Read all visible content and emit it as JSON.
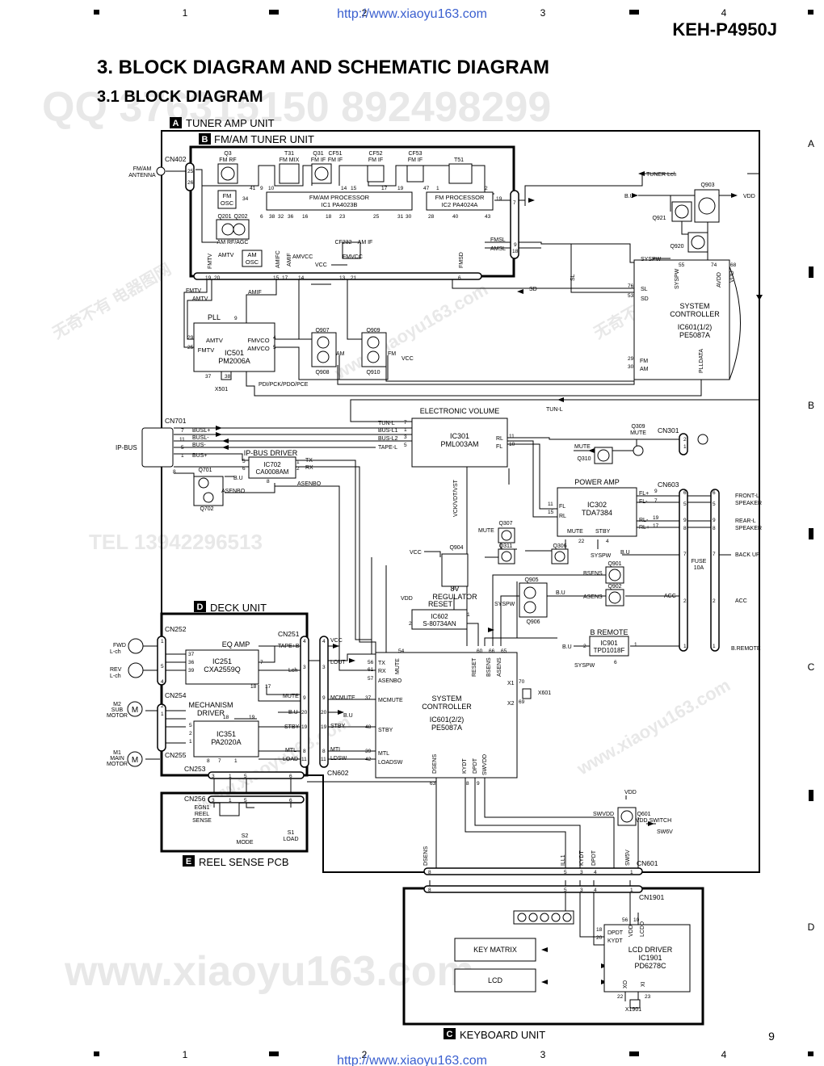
{
  "header": {
    "model": "KEH-P4950J",
    "url_top": "http://www.xiaoyu163.com",
    "url_bottom": "http://www.xiaoyu163.com",
    "grid_cols": [
      "1",
      "2",
      "3",
      "4"
    ],
    "grid_rows": [
      "A",
      "B",
      "C",
      "D"
    ],
    "page_number": "9"
  },
  "titles": {
    "main": "3. BLOCK DIAGRAM AND SCHEMATIC DIAGRAM",
    "sub": "3.1 BLOCK DIAGRAM"
  },
  "watermarks": {
    "qq": "QQ 376315150   892498299",
    "site": "www.xiaoyu163.com",
    "cn": "无奇不有  电器图网",
    "tel": "TEL 13942296513"
  },
  "units": {
    "tuner_amp": {
      "letter": "A",
      "label": "TUNER AMP UNIT"
    },
    "fm_am_tuner": {
      "letter": "B",
      "label": "FM/AM TUNER UNIT"
    },
    "deck": {
      "letter": "D",
      "label": "DECK UNIT"
    },
    "reel_sense": {
      "letter": "E",
      "label": "REEL SENSE PCB"
    },
    "keyboard": {
      "letter": "C",
      "label": "KEYBOARD UNIT"
    }
  },
  "blocks": {
    "fm_am_proc": {
      "l1": "FM/AM PROCESSOR",
      "l2": "IC1    PA4023B"
    },
    "fm_proc": {
      "l1": "FM PROCESSOR",
      "l2": "IC2    PA4024A"
    },
    "fm_osc": {
      "l1": "FM",
      "l2": "OSC"
    },
    "am_osc": {
      "l1": "AM",
      "l2": "OSC"
    },
    "pll": {
      "title": "PLL",
      "ic": "IC501",
      "part": "PM2006A",
      "pins": {
        "amtv": "AMTV",
        "fmtv": "FMTV",
        "fmvco": "FMVCO",
        "amvco": "AMVCO"
      }
    },
    "ecv": {
      "title": "ELECTRONIC VOLUME",
      "ic": "IC301",
      "part": "PML003AM"
    },
    "ipbus_drv": {
      "title": "IP-BUS DRIVER",
      "ic": "IC702",
      "part": "CA0008AM"
    },
    "power_amp": {
      "title": "POWER AMP",
      "ic": "IC302",
      "part": "TDA7384"
    },
    "sysctl1": {
      "l1": "SYSTEM",
      "l2": "CONTROLLER",
      "l3": "IC601(1/2)",
      "l4": "PE5087A"
    },
    "sysctl2": {
      "l1": "SYSTEM",
      "l2": "CONTROLLER",
      "l3": "IC601(2/2)",
      "l4": "PE5087A"
    },
    "reset": {
      "title": "RESET",
      "ic": "IC602",
      "part": "S-80734AN"
    },
    "regulator": {
      "l1": "8V",
      "l2": "REGULATOR"
    },
    "bremote": {
      "title": "B REMOTE",
      "ic": "IC901",
      "part": "TPD1018F"
    },
    "eq_amp": {
      "title": "EQ AMP",
      "ic": "IC251",
      "part": "CXA2559Q"
    },
    "mech_drv": {
      "l1": "MECHANISM",
      "l2": "DRIVER",
      "ic": "IC351",
      "part": "PA2020A"
    },
    "key_matrix": {
      "label": "KEY MATRIX"
    },
    "lcd": {
      "label": "LCD"
    },
    "lcd_driver": {
      "l1": "LCD DRIVER",
      "l2": "IC1901",
      "l3": "PD6278C"
    }
  },
  "components": {
    "q3": "Q3",
    "q3f": "FM RF",
    "t31": "T31",
    "t31f": "FM MIX",
    "q31": "Q31",
    "q31f": "FM IF",
    "cf51": "CF51",
    "cf51f": "FM IF",
    "cf52": "CF52",
    "cf52f": "FM IF",
    "cf53": "CF53",
    "cf53f": "FM IF",
    "t51": "T51",
    "q201": "Q201",
    "q202": "Q202",
    "amrf": "AM RF/AGC",
    "cf232": "CF232",
    "amif_f": "AM IF",
    "q903": "Q903",
    "q921": "Q921",
    "q920": "Q920",
    "q907": "Q907",
    "q908": "Q908",
    "q909": "Q909",
    "q910": "Q910",
    "x501": "X501",
    "q701": "Q701",
    "q702": "Q702",
    "q309": "Q309",
    "q309f": "MUTE",
    "q310": "Q310",
    "q307": "Q307",
    "q311": "Q311",
    "q306": "Q306",
    "q904": "Q904",
    "q905": "Q905",
    "q906": "Q906",
    "q901": "Q901",
    "q902": "Q902",
    "fuse": "FUSE",
    "fuse_r": "10A",
    "x601": "X601",
    "q601": "Q601",
    "q601f": "VDD SWITCH",
    "x1901": "X1901",
    "egn1": "EGN1",
    "egn1_a": "REEL",
    "egn1_b": "SENSE",
    "s2": "S2",
    "s2f": "MODE",
    "s1": "S1",
    "s1f": "LOAD",
    "m2": "M2",
    "m2a": "SUB",
    "m2b": "MOTOR",
    "m1": "M1",
    "m1a": "MAIN",
    "m1b": "MOTOR",
    "m_glyph": "M"
  },
  "connectors": {
    "cn402": "CN402",
    "cn701": "CN701",
    "cn301": "CN301",
    "cn603": "CN603",
    "cn252": "CN252",
    "cn251": "CN251",
    "cn254": "CN254",
    "cn255": "CN255",
    "cn253": "CN253",
    "cn256": "CN256",
    "cn602": "CN602",
    "cn601": "CN601",
    "cn1901": "CN1901"
  },
  "signals": {
    "fmam_ant_1": "FM/AM",
    "fmam_ant_2": "ANTENNA",
    "tuner_lch": "TUNER Lch",
    "bu": "B.U",
    "vdd": "VDD",
    "syspw": "SYSPW",
    "fmsl": "FMSL",
    "amsl": "AMSL",
    "sl": "SL",
    "sd": "SD",
    "fmtv": "FMTV",
    "amtv": "AMTV",
    "amif": "AMIF",
    "amifc": "AMIFC",
    "fmsd": "FMSD",
    "amvcc": "AMVCC",
    "fmvcc": "FMVCC",
    "vcc": "VCC",
    "am": "AM",
    "fm": "FM",
    "plldata": "PLLDATA",
    "pdi": "PDI/PCK/PDO/PCE",
    "avdd": "AVDD",
    "tun_l": "TUN-L",
    "ipbus": "IP-BUS",
    "busl_p": "BUSL+",
    "busl_m": "BUSL-",
    "bus_m": "BUS-",
    "bus_p": "BUS+",
    "tx": "TX",
    "rx": "RX",
    "asenbo": "ASENBO",
    "bus_l1": "BUS-L1",
    "bus_l2": "BUS-L2",
    "tape_l": "TAPE-L",
    "rl": "RL",
    "fl": "FL",
    "mute": "MUTE",
    "vck": "VCK/VDT/VST",
    "fl_p": "FL+",
    "fl_m": "FL-",
    "rl_m": "RL-",
    "rl_p": "RL+",
    "stby": "STBY",
    "front_l": "FRONT-L",
    "speaker": "SPEAKER",
    "rear_l": "REAR-L",
    "backup": "BACK UP",
    "acc": "ACC",
    "bremote_out": "B.REMOTE",
    "bsens": "BSENS",
    "asens": "ASENS",
    "reset": "RESET",
    "x1": "X1",
    "x2": "X2",
    "mcmute": "MCMUTE",
    "ldsw": "LDSW",
    "loadsw": "LOADSW",
    "mtl": "MTL",
    "load": "LOAD",
    "lout": "LOUT",
    "tape_p": "TAPE+B",
    "lch": "Lch",
    "fwd_1": "FWD",
    "fwd_2": "L-ch",
    "rev_1": "REV",
    "rev_2": "L-ch",
    "dsens": "DSENS",
    "kydt": "KYDT",
    "dpdt": "DPDT",
    "swvdd": "SWVDD",
    "sw6v": "SW6V",
    "ill1": "ILL1",
    "sw5v": "SW5V",
    "lcdd": "LCDD",
    "xo": "XO",
    "xi": "XI"
  }
}
